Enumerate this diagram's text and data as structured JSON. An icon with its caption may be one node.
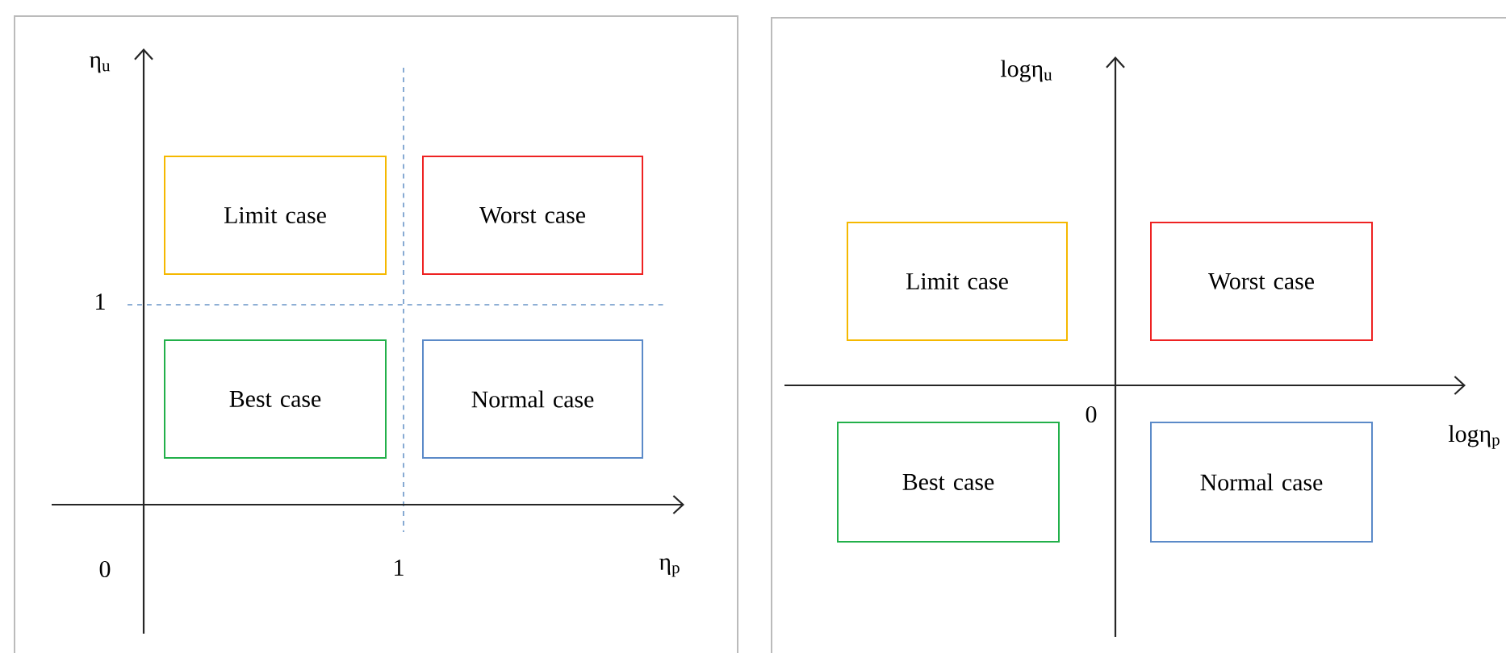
{
  "diagram": {
    "nodes": [
      {
        "text": [
          "Limit case"
        ]
      },
      {
        "text": [
          "Worst case"
        ]
      },
      {
        "text": [
          "Best case"
        ]
      },
      {
        "text": [
          "Normal case"
        ]
      },
      {
        "text": [
          "Limit case"
        ]
      },
      {
        "text": [
          "Worst case"
        ]
      },
      {
        "text": [
          "Best case"
        ]
      },
      {
        "text": [
          "Normal case"
        ]
      }
    ],
    "labels": [
      "η$_{u}$",
      "1",
      "0",
      "1",
      "η$_{p}$",
      "logη$_{u}$",
      "0",
      "logη$_{p}$"
    ]
  }
}
